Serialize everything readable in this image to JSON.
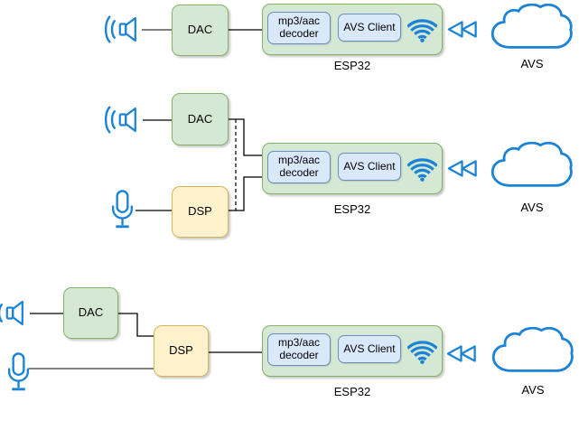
{
  "rows": [
    {
      "speaker_icon": "speaker-sound-waves",
      "dac_label": "DAC",
      "esp32": {
        "decoder_label": "mp3/aac decoder",
        "avs_client_label": "AVS Client",
        "wifi_icon": "wifi",
        "caption": "ESP32"
      },
      "rewind_icon": "double-left-arrow",
      "cloud": {
        "shape_icon": "cloud",
        "label": "AVS"
      }
    },
    {
      "speaker_icon": "speaker-sound-waves",
      "dac_label": "DAC",
      "mic_icon": "microphone",
      "dsp_label": "DSP",
      "esp32": {
        "decoder_label": "mp3/aac decoder",
        "avs_client_label": "AVS Client",
        "wifi_icon": "wifi",
        "caption": "ESP32"
      },
      "rewind_icon": "double-left-arrow",
      "cloud": {
        "shape_icon": "cloud",
        "label": "AVS"
      }
    },
    {
      "speaker_icon": "speaker-sound-waves",
      "dac_label": "DAC",
      "mic_icon": "microphone",
      "dsp_label": "DSP",
      "esp32": {
        "decoder_label": "mp3/aac decoder",
        "avs_client_label": "AVS Client",
        "wifi_icon": "wifi",
        "caption": "ESP32"
      },
      "rewind_icon": "double-left-arrow",
      "cloud": {
        "shape_icon": "cloud",
        "label": "AVS"
      }
    }
  ],
  "colors": {
    "box_green_fill": "#d5e8d4",
    "box_green_border": "#82b366",
    "box_yellow_fill": "#fff2cc",
    "box_yellow_border": "#d6b656",
    "box_blue_fill": "#dae8fc",
    "box_blue_border": "#6c8ebf",
    "icon_blue": "#1b83d6",
    "connector_black": "#000000",
    "connector_gray": "#808080"
  }
}
